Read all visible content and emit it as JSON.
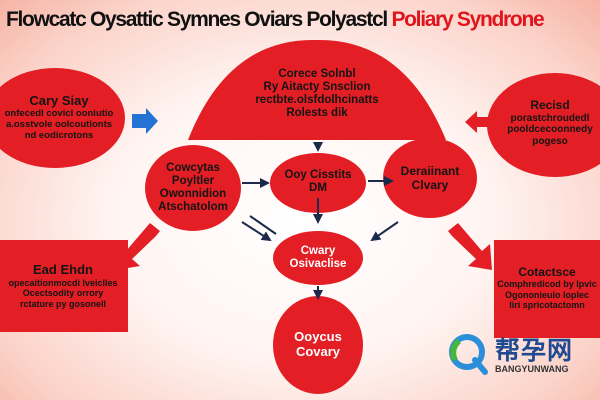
{
  "title": {
    "part1": "Flowcatc Oysattic Symnes Oviars Polyastcl",
    "part2": " Poliary Syndrone"
  },
  "nodes": {
    "top": {
      "lines": [
        "Corece Solnbl",
        "Ry  Aitacty Snsclion",
        "rectbte.olsfdolhcinatts",
        "Rolests  dik"
      ]
    },
    "left_ellipse": {
      "lines": [
        "Cary Siay",
        "onfecedl covicl ooniutio",
        "a.osstvole oolcoutionts",
        "nd eodicrotons"
      ]
    },
    "right_ellipse": {
      "lines": [
        "Recisd",
        "porastchroudedl",
        "pooldcecoonnedy",
        "pogeso"
      ]
    },
    "left_mid": {
      "lines": [
        "Cowcytas",
        "Poyltler",
        "Owonnidion",
        "Atschatolom"
      ]
    },
    "center": {
      "lines": [
        "Ooy Cisstits",
        "DM"
      ]
    },
    "right_mid": {
      "lines": [
        "Deraiinant",
        "Clvary"
      ]
    },
    "middle": {
      "lines": [
        "Cwary",
        "Osivaclise"
      ]
    },
    "bottom": {
      "lines": [
        "Ooycus",
        "Covary"
      ]
    },
    "left_box": {
      "lines": [
        "Ead Ehdn",
        "opecaitionmocdi Iveiclles",
        "Ocectsodity orrory",
        "rctature py gosonell"
      ]
    },
    "right_box": {
      "lines": [
        "Cotactsce",
        "Comphredicod by Ipvic",
        "Ogononieulo Ioplec",
        "liri spricotactomn"
      ]
    }
  },
  "logo": {
    "cn": "帮孕网",
    "en": "BANGYUNWANG"
  },
  "colors": {
    "accent": "#e31e24",
    "arrow_blue": "#2372d4",
    "text_dark": "#141414",
    "logo_blue": "#1f4a91"
  }
}
